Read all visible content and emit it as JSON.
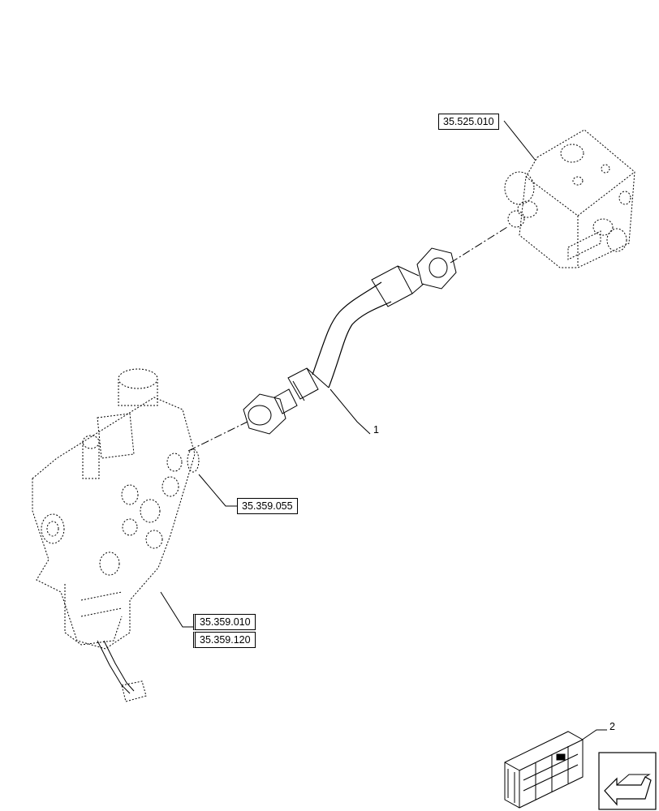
{
  "references": {
    "valve_block_ref": "35.525.010",
    "control_valve_port_ref": "35.359.055",
    "control_valve_ref_a": "35.359.010",
    "control_valve_ref_b": "35.359.120"
  },
  "callouts": {
    "hose": "1",
    "kit_box": "2"
  },
  "icons": {
    "navigation": "arrow-icon"
  }
}
